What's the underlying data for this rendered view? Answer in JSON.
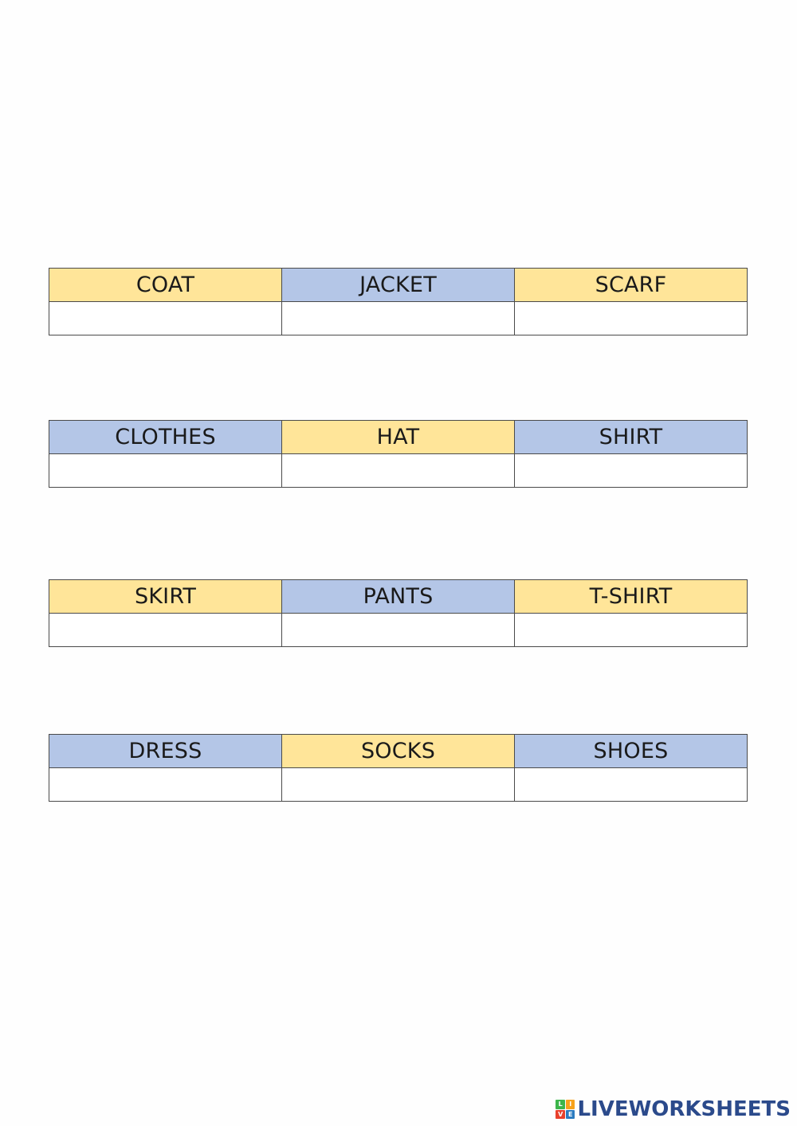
{
  "tables": [
    {
      "headers": [
        {
          "word": "COAT",
          "color": "#ffe599"
        },
        {
          "word": "JACKET",
          "color": "#b4c6e7"
        },
        {
          "word": "SCARF",
          "color": "#ffe599"
        }
      ],
      "answers": [
        "",
        "",
        ""
      ]
    },
    {
      "headers": [
        {
          "word": "CLOTHES",
          "color": "#b4c6e7"
        },
        {
          "word": "HAT",
          "color": "#ffe599"
        },
        {
          "word": "SHIRT",
          "color": "#b4c6e7"
        }
      ],
      "answers": [
        "",
        "",
        ""
      ]
    },
    {
      "headers": [
        {
          "word": "SKIRT",
          "color": "#ffe599"
        },
        {
          "word": "PANTS",
          "color": "#b4c6e7"
        },
        {
          "word": "T-SHIRT",
          "color": "#ffe599"
        }
      ],
      "answers": [
        "",
        "",
        ""
      ]
    },
    {
      "headers": [
        {
          "word": "DRESS",
          "color": "#b4c6e7"
        },
        {
          "word": "SOCKS",
          "color": "#ffe599"
        },
        {
          "word": "SHOES",
          "color": "#b4c6e7"
        }
      ],
      "answers": [
        "",
        "",
        ""
      ]
    }
  ],
  "brand": {
    "name": "LIVEWORKSHEETS",
    "logo_icon": "liveworksheets-logo-icon",
    "logo_letters": [
      "L",
      "I",
      "V",
      "E"
    ],
    "logo_colors": [
      "#3cb54a",
      "#f7a21b",
      "#e8412c",
      "#2b7bc0"
    ],
    "text_color": "#2b4a8b"
  }
}
